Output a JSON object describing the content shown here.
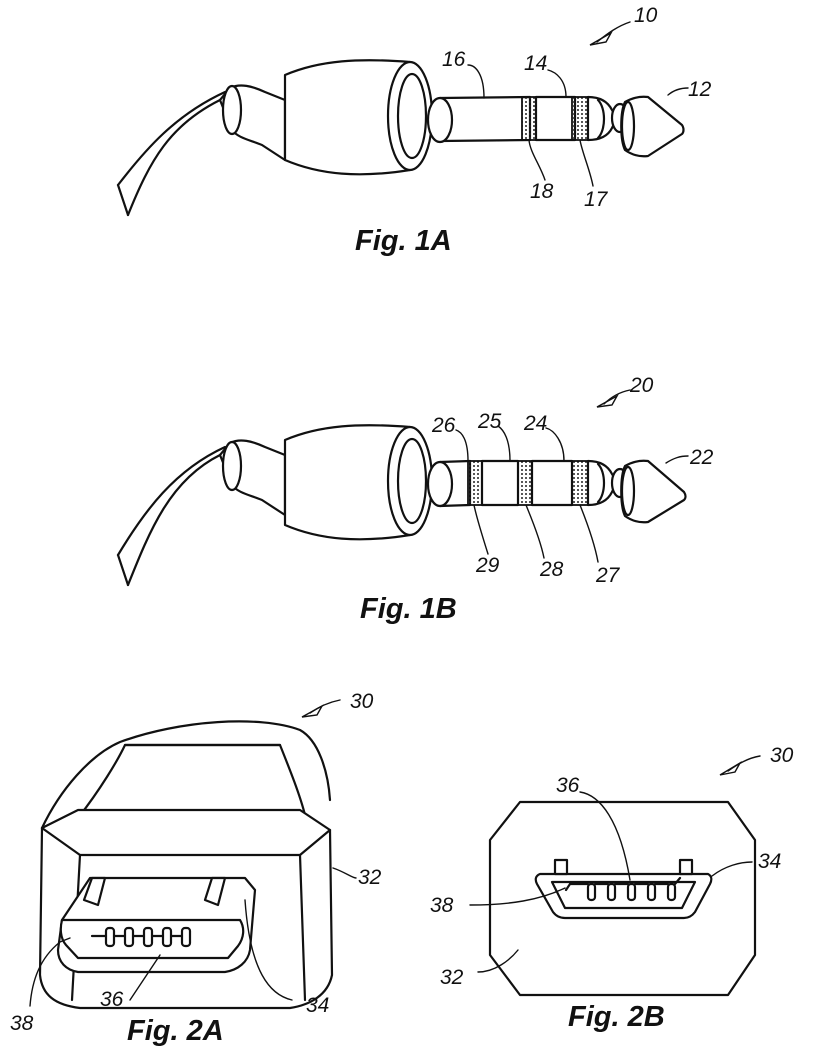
{
  "figures": {
    "fig1a": {
      "caption": "Fig. 1A",
      "refs": {
        "r10": "10",
        "r12": "12",
        "r14": "14",
        "r16": "16",
        "r17": "17",
        "r18": "18"
      }
    },
    "fig1b": {
      "caption": "Fig. 1B",
      "refs": {
        "r20": "20",
        "r22": "22",
        "r24": "24",
        "r25": "25",
        "r26": "26",
        "r27": "27",
        "r28": "28",
        "r29": "29"
      }
    },
    "fig2a": {
      "caption": "Fig. 2A",
      "refs": {
        "r30": "30",
        "r32": "32",
        "r34": "34",
        "r36": "36",
        "r38": "38"
      }
    },
    "fig2b": {
      "caption": "Fig. 2B",
      "refs": {
        "r30": "30",
        "r32": "32",
        "r34": "34",
        "r36": "36",
        "r38": "38"
      }
    }
  }
}
